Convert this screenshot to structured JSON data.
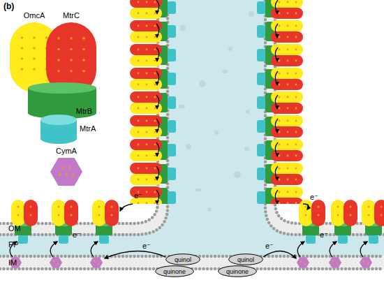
{
  "diagram": {
    "nodes": [
      {
        "text": [
          "OmcA"
        ]
      },
      {
        "text": [
          "MtrC"
        ]
      },
      {
        "text": [
          "MtrB"
        ]
      },
      {
        "text": [
          "MtrA"
        ]
      },
      {
        "text": [
          "CymA"
        ]
      },
      {
        "text": [
          "quinol"
        ]
      },
      {
        "text": [
          "quinone"
        ]
      },
      {
        "text": [
          "quinol"
        ]
      },
      {
        "text": [
          "quinone"
        ]
      }
    ],
    "labels": [
      "(b)",
      "OM",
      "PP",
      "IM",
      "e⁻",
      "e⁻",
      "e⁻",
      "e⁻",
      "e⁻",
      "e⁻"
    ]
  }
}
